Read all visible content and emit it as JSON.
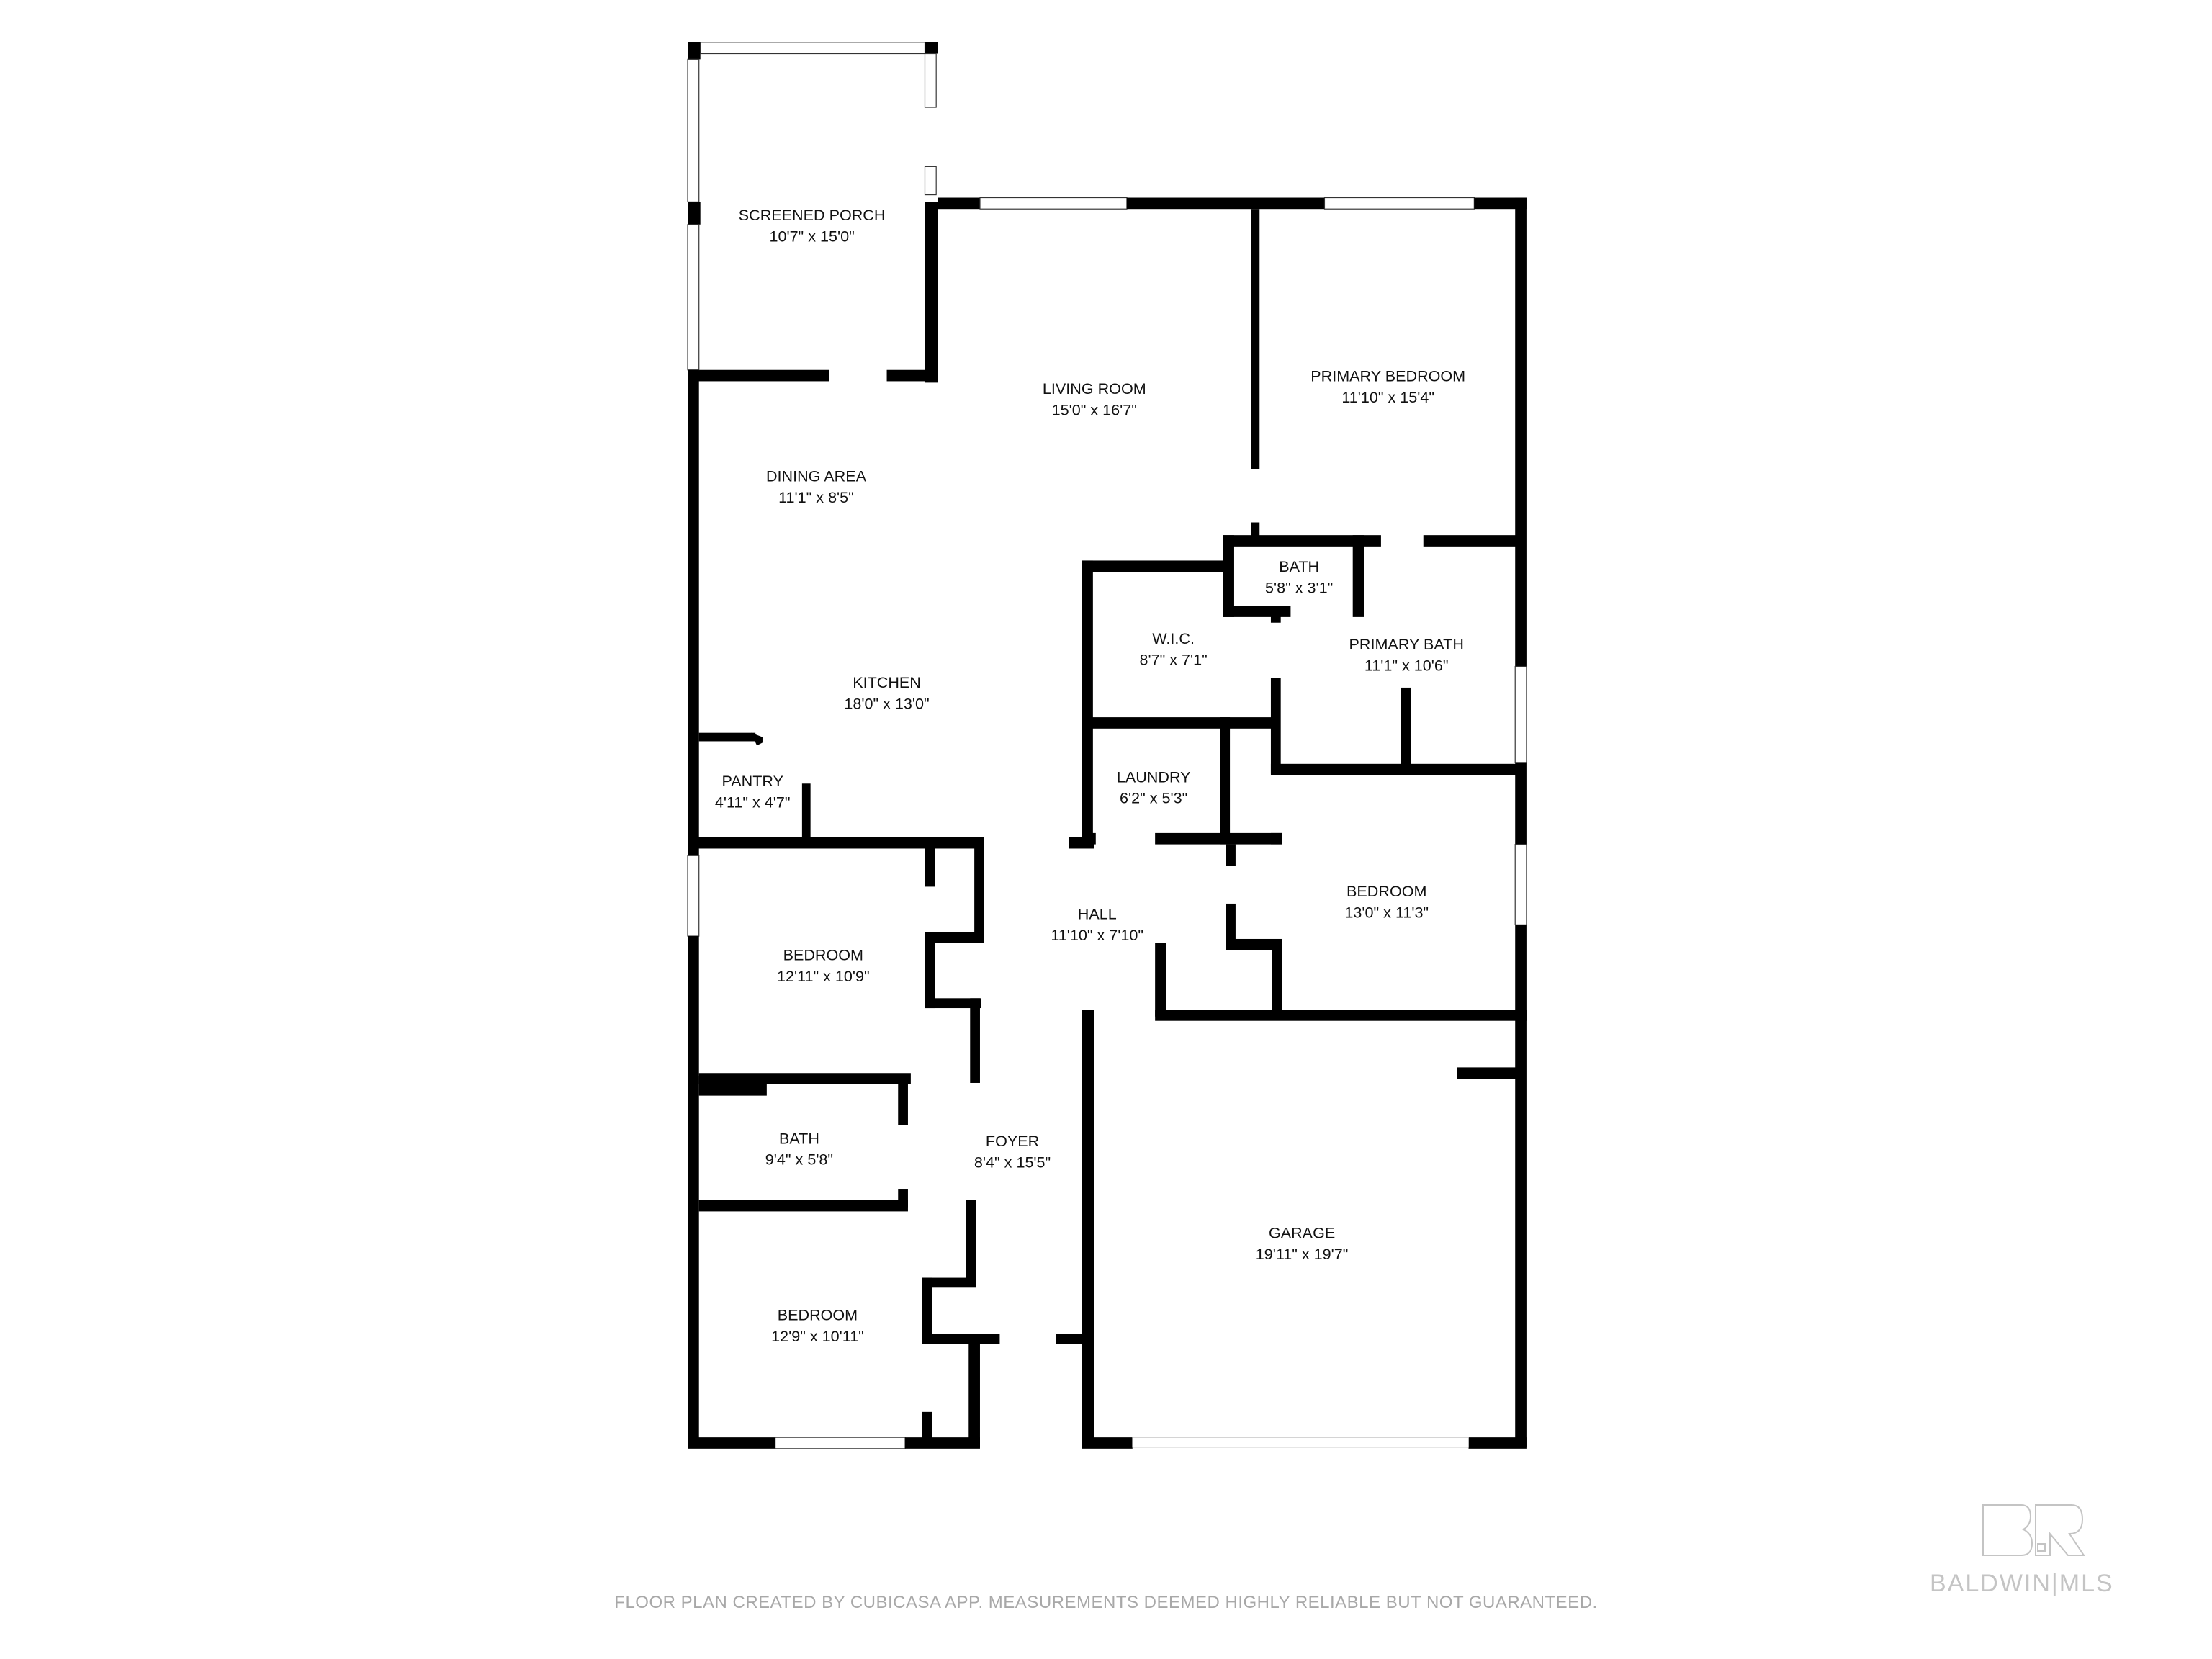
{
  "floor_plan": {
    "wall_color": "#000000",
    "background_color": "#ffffff",
    "rooms": [
      {
        "name": "SCREENED PORCH",
        "size": "10'7\" x 15'0\""
      },
      {
        "name": "LIVING ROOM",
        "size": "15'0\" x 16'7\""
      },
      {
        "name": "PRIMARY BEDROOM",
        "size": "11'10\" x 15'4\""
      },
      {
        "name": "DINING AREA",
        "size": "11'1\" x 8'5\""
      },
      {
        "name": "BATH",
        "size": "5'8\" x 3'1\""
      },
      {
        "name": "W.I.C.",
        "size": "8'7\" x 7'1\""
      },
      {
        "name": "PRIMARY BATH",
        "size": "11'1\" x 10'6\""
      },
      {
        "name": "KITCHEN",
        "size": "18'0\" x 13'0\""
      },
      {
        "name": "PANTRY",
        "size": "4'11\" x 4'7\""
      },
      {
        "name": "LAUNDRY",
        "size": "6'2\" x 5'3\""
      },
      {
        "name": "HALL",
        "size": "11'10\" x 7'10\""
      },
      {
        "name": "BEDROOM",
        "size": "13'0\" x 11'3\""
      },
      {
        "name": "BEDROOM",
        "size": "12'11\" x 10'9\""
      },
      {
        "name": "BATH",
        "size": "9'4\" x 5'8\""
      },
      {
        "name": "FOYER",
        "size": "8'4\" x 15'5\""
      },
      {
        "name": "GARAGE",
        "size": "19'11\" x 19'7\""
      },
      {
        "name": "BEDROOM",
        "size": "12'9\" x 10'11\""
      }
    ]
  },
  "footer": {
    "disclaimer": "FLOOR PLAN CREATED BY CUBICASA APP. MEASUREMENTS DEEMED HIGHLY RELIABLE BUT NOT GUARANTEED."
  },
  "logo": {
    "monogram": "BR",
    "text": "BALDWIN|MLS",
    "color": "#c4c4c4"
  }
}
